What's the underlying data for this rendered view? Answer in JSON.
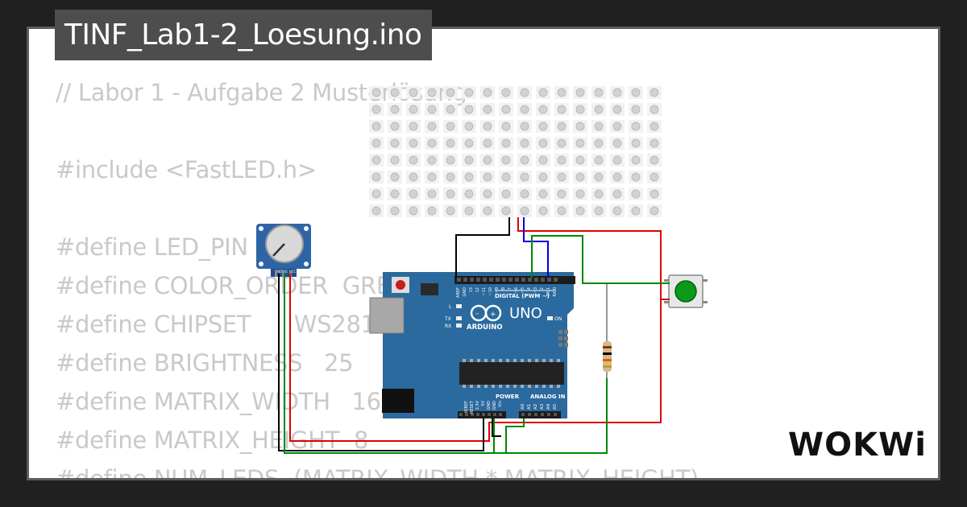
{
  "window": {
    "title": "TINF_Lab1-2_Loesung.ino"
  },
  "code_lines": [
    "// Labor 1 - Aufgabe 2 Musterlösung",
    "",
    "#include <FastLED.h>",
    "",
    "#define LED_PIN      2",
    "#define COLOR_ORDER  GRB",
    "#define CHIPSET      WS2812",
    "#define BRIGHTNESS   25",
    "#define MATRIX_WIDTH   16",
    "#define MATRIX_HEIGHT  8",
    "#define NUM_LEDS  (MATRIX_WIDTH * MATRIX_HEIGHT)"
  ],
  "arduino": {
    "model": "UNO",
    "brand": "ARDUINO",
    "digital_label": "DIGITAL (PWM ~)",
    "power_label": "POWER",
    "analog_label": "ANALOG IN",
    "on_label": "ON",
    "led_l": "L",
    "led_tx": "TX",
    "led_rx": "RX",
    "digital_pins": [
      "AREF",
      "GND",
      "13",
      "12",
      "~11",
      "~10",
      "~9",
      "8",
      "7",
      "~6",
      "~5",
      "4",
      "~3",
      "2",
      "TX 1",
      "RX 0"
    ],
    "power_pins": [
      "IOREF",
      "RESET",
      "3.3V",
      "5V",
      "GND",
      "GND",
      "Vin"
    ],
    "analog_pins": [
      "A0",
      "A1",
      "A2",
      "A3",
      "A4",
      "A5"
    ]
  },
  "potentiometer": {
    "pins": [
      "GND",
      "SIG",
      "VCC"
    ]
  },
  "matrix": {
    "columns": 16,
    "rows": 8
  },
  "brand": {
    "logo_text": "WOKWi"
  },
  "colors": {
    "background": "#202020",
    "card": "#ffffff",
    "title_bg": "#4d4d4d",
    "board": "#2b6a9e",
    "wire_red": "#e00000",
    "wire_green": "#008800",
    "wire_blue": "#0000dd",
    "wire_black": "#000000",
    "button": "#0a9a18"
  }
}
